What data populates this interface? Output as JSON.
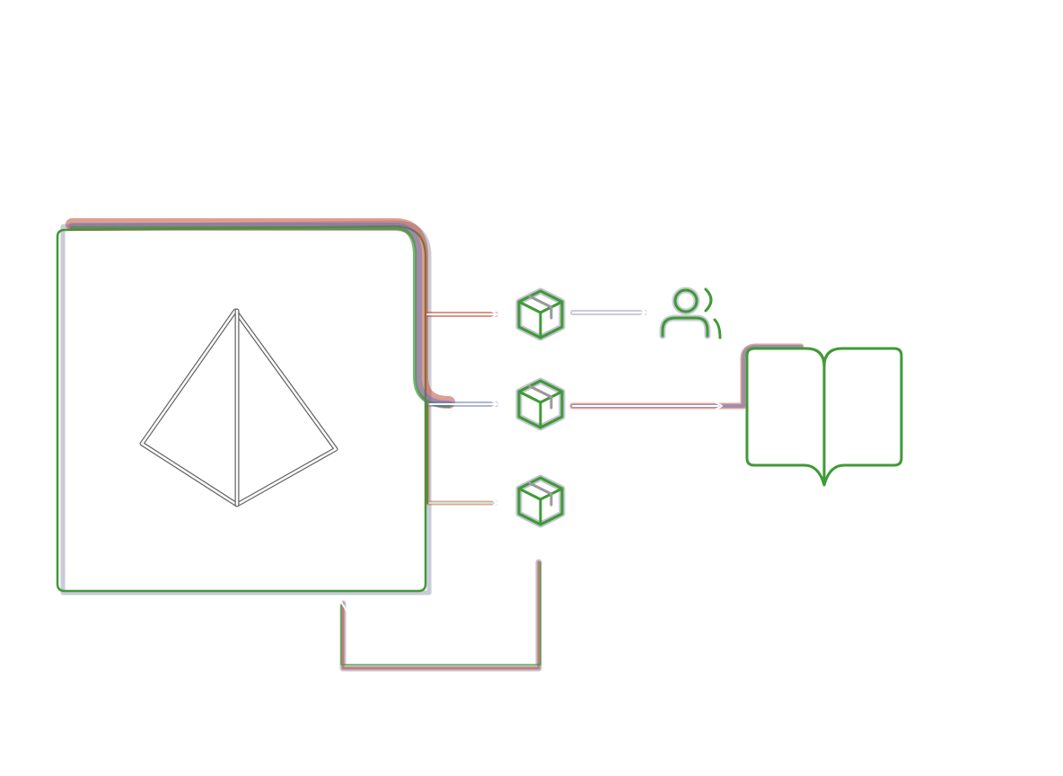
{
  "diagram": {
    "colors": {
      "primary": "#3f9a35",
      "shadow": "#8a8aa8",
      "accent_red": "#c0503a",
      "accent_blue": "#5a6fc0",
      "arrow": "#ffffff",
      "outline": "#555555"
    },
    "nodes": [
      {
        "id": "source",
        "icon": "pyramid-icon"
      },
      {
        "id": "package-1",
        "icon": "package-icon"
      },
      {
        "id": "package-2",
        "icon": "package-icon"
      },
      {
        "id": "package-3",
        "icon": "package-icon"
      },
      {
        "id": "users",
        "icon": "users-icon"
      },
      {
        "id": "docs",
        "icon": "book-icon"
      }
    ],
    "edges": [
      {
        "from": "source",
        "to": "package-1"
      },
      {
        "from": "source",
        "to": "package-2"
      },
      {
        "from": "source",
        "to": "package-3"
      },
      {
        "from": "package-1",
        "to": "users"
      },
      {
        "from": "package-2",
        "to": "docs"
      },
      {
        "from": "package-3",
        "to": "source"
      }
    ]
  }
}
